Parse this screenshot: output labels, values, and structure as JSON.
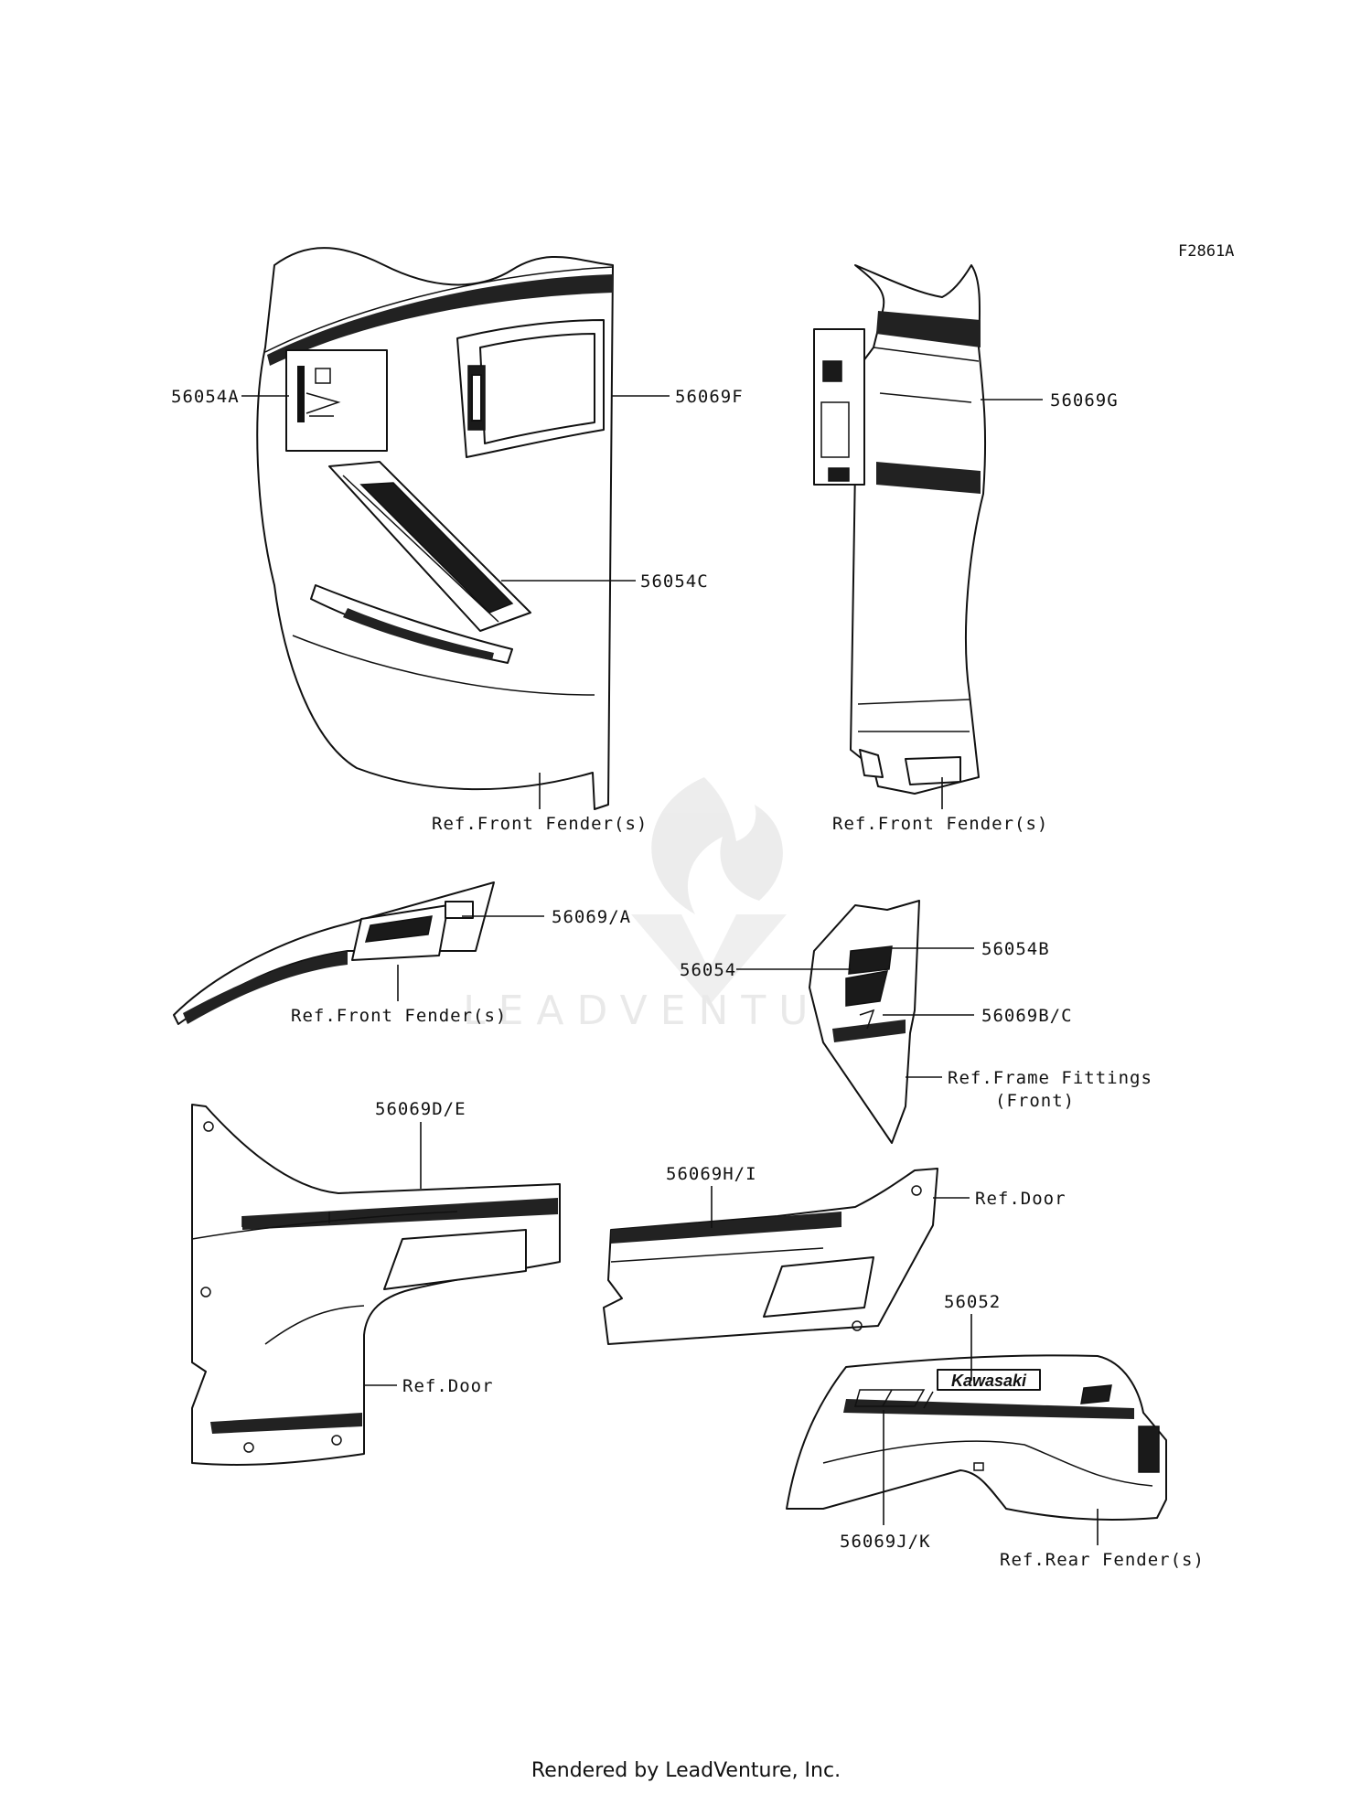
{
  "figure_code": "F2861A",
  "watermark": "LEADVENTURE",
  "callouts": {
    "c56054A": "56054A",
    "c56069F": "56069F",
    "c56054C": "56054C",
    "c56069G": "56069G",
    "ref_front_fender_1": "Ref.Front Fender(s)",
    "ref_front_fender_2": "Ref.Front Fender(s)",
    "c56069A": "56069/A",
    "ref_front_fender_3": "Ref.Front Fender(s)",
    "c56054B": "56054B",
    "c56054": "56054",
    "c56069BC": "56069B/C",
    "ref_frame_fittings": "Ref.Frame Fittings",
    "ref_frame_fittings_2": "(Front)",
    "c56069DE": "56069D/E",
    "ref_door_1": "Ref.Door",
    "c56069HI": "56069H/I",
    "ref_door_2": "Ref.Door",
    "c56052": "56052",
    "c56069JK": "56069J/K",
    "ref_rear_fender": "Ref.Rear Fender(s)"
  },
  "decal_text": {
    "kawasaki": "Kawasaki"
  },
  "footer": "Rendered by LeadVenture, Inc."
}
